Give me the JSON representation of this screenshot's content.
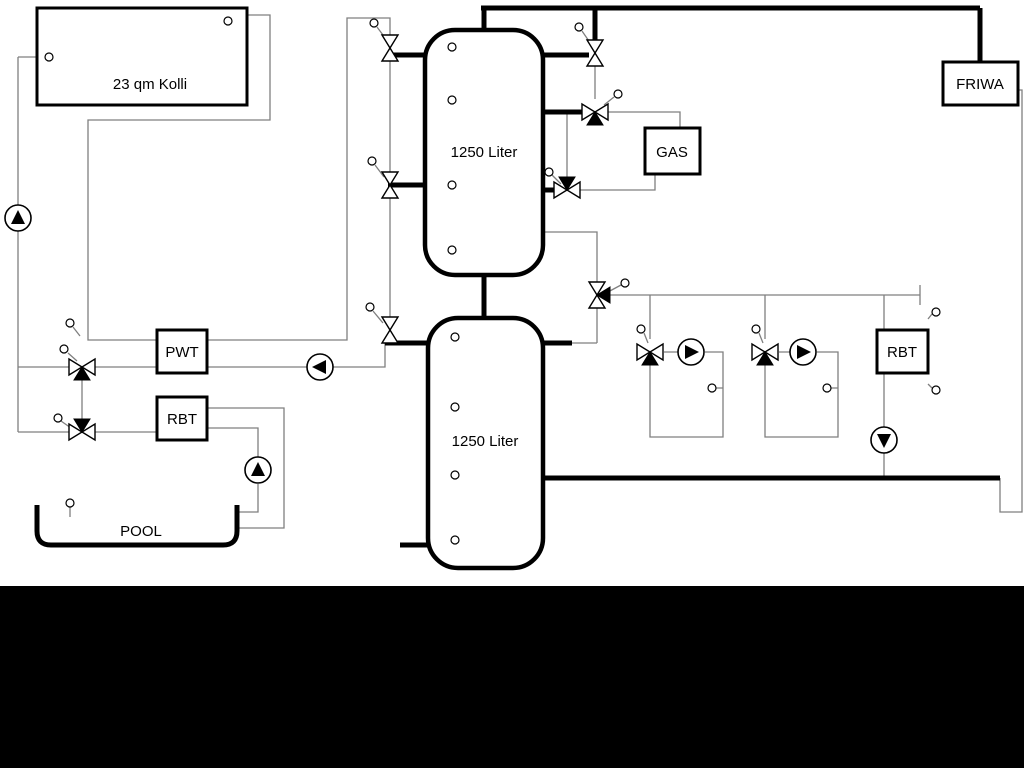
{
  "diagram": {
    "solar_collector": {
      "label": "23 qm Kolli"
    },
    "buffer_tank_top": {
      "label": "1250 Liter"
    },
    "buffer_tank_bottom": {
      "label": "1250 Liter"
    },
    "heat_exchanger_pwt": {
      "label": "PWT"
    },
    "pool_hx_rbt": {
      "label": "RBT"
    },
    "boiler_gas": {
      "label": "GAS"
    },
    "fresh_water_friwa": {
      "label": "FRIWA"
    },
    "circuit_hx_rbt": {
      "label": "RBT"
    },
    "pool": {
      "label": "POOL"
    },
    "colors": {
      "pipe_main": "#000000",
      "pipe_thin": "#7f7f7f",
      "background": "#ffffff",
      "bottom_bar": "#000000"
    }
  }
}
